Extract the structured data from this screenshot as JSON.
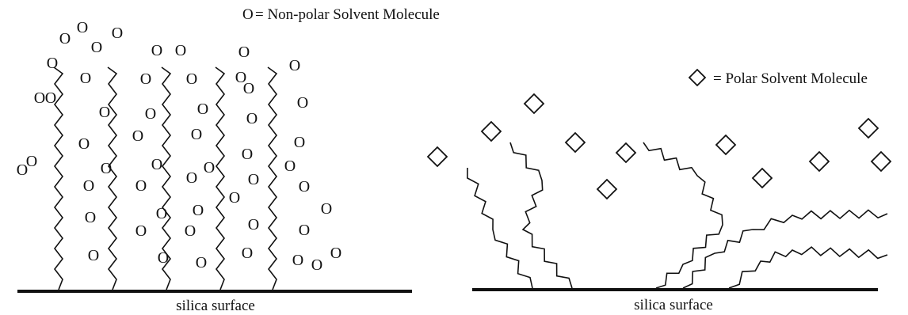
{
  "left_panel": {
    "legend_symbol": "O",
    "legend_label": "= Non-polar Solvent Molecule",
    "surface_label": "silica surface",
    "molecule_glyph": "O"
  },
  "right_panel": {
    "legend_label": "= Polar Solvent Molecule",
    "surface_label": "silica surface"
  }
}
